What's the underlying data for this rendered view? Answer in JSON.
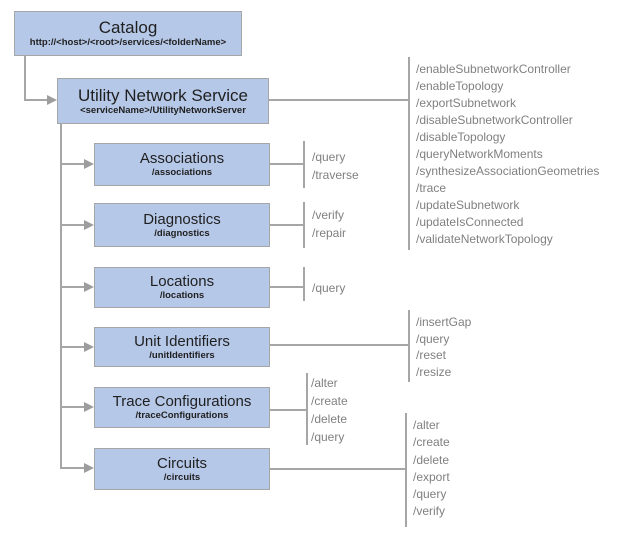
{
  "colors": {
    "node_fill": "#b6c8e8",
    "node_border": "#a6a6a6",
    "connector_gray": "#a6a6a6",
    "ops_text_gray": "#808080",
    "title_text": "#1f1f1f"
  },
  "catalog": {
    "title": "Catalog",
    "subtitle": "http://<host>/<root>/services/<folderName>"
  },
  "service": {
    "title": "Utility Network Service",
    "subtitle": "<serviceName>/UtilityNetworkServer",
    "ops": [
      "/enableSubnetworkController",
      "/enableTopology",
      "/exportSubnetwork",
      "/disableSubnetworkController",
      "/disableTopology",
      "/queryNetworkMoments",
      "/synthesizeAssociationGeometries",
      "/trace",
      "/updateSubnetwork",
      "/updateIsConnected",
      "/validateNetworkTopology"
    ]
  },
  "resources": [
    {
      "title": "Associations",
      "subtitle": "/associations",
      "ops": [
        "/query",
        "/traverse"
      ]
    },
    {
      "title": "Diagnostics",
      "subtitle": "/diagnostics",
      "ops": [
        "/verify",
        "/repair"
      ]
    },
    {
      "title": "Locations",
      "subtitle": "/locations",
      "ops": [
        "/query"
      ]
    },
    {
      "title": "Unit Identifiers",
      "subtitle": "/unitIdentifiers",
      "ops": [
        "/insertGap",
        "/query",
        "/reset",
        "/resize"
      ]
    },
    {
      "title": "Trace Configurations",
      "subtitle": "/traceConfigurations",
      "ops": [
        "/alter",
        "/create",
        "/delete",
        "/query"
      ]
    },
    {
      "title": "Circuits",
      "subtitle": "/circuits",
      "ops": [
        "/alter",
        "/create",
        "/delete",
        "/export",
        "/query",
        "/verify"
      ]
    }
  ]
}
